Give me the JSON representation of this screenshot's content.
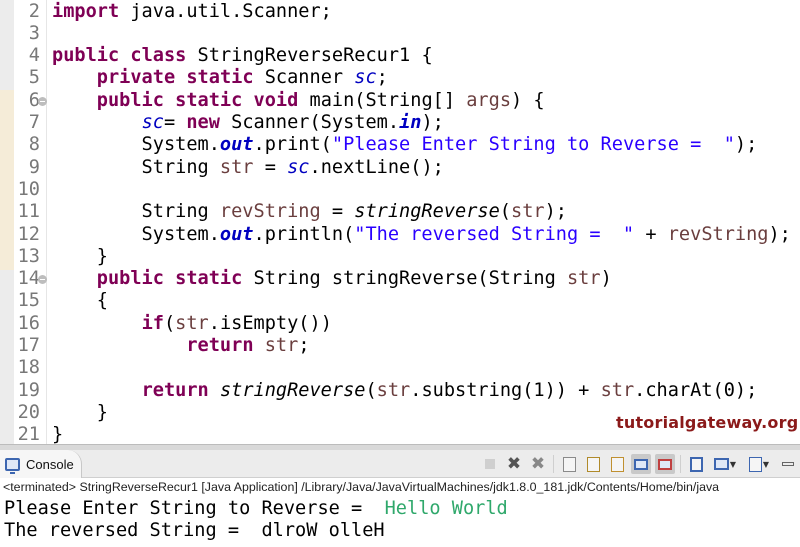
{
  "editor": {
    "lines": [
      {
        "num": "2",
        "segments": [
          {
            "t": "import",
            "c": "kw"
          },
          {
            "t": " java.util.Scanner;",
            "c": ""
          }
        ]
      },
      {
        "num": "3",
        "segments": []
      },
      {
        "num": "4",
        "segments": [
          {
            "t": "public",
            "c": "kw"
          },
          {
            "t": " ",
            "c": ""
          },
          {
            "t": "class",
            "c": "kw"
          },
          {
            "t": " StringReverseRecur1 {",
            "c": ""
          }
        ]
      },
      {
        "num": "5",
        "segments": [
          {
            "t": "    ",
            "c": ""
          },
          {
            "t": "private",
            "c": "kw"
          },
          {
            "t": " ",
            "c": ""
          },
          {
            "t": "static",
            "c": "kw"
          },
          {
            "t": " Scanner ",
            "c": ""
          },
          {
            "t": "sc",
            "c": "fld"
          },
          {
            "t": ";",
            "c": ""
          }
        ]
      },
      {
        "num": "6",
        "fold": true,
        "segments": [
          {
            "t": "    ",
            "c": ""
          },
          {
            "t": "public",
            "c": "kw"
          },
          {
            "t": " ",
            "c": ""
          },
          {
            "t": "static",
            "c": "kw"
          },
          {
            "t": " ",
            "c": ""
          },
          {
            "t": "void",
            "c": "kw"
          },
          {
            "t": " main(String[] ",
            "c": ""
          },
          {
            "t": "args",
            "c": "var"
          },
          {
            "t": ") {",
            "c": ""
          }
        ]
      },
      {
        "num": "7",
        "segments": [
          {
            "t": "        ",
            "c": ""
          },
          {
            "t": "sc",
            "c": "fld"
          },
          {
            "t": "= ",
            "c": ""
          },
          {
            "t": "new",
            "c": "kw"
          },
          {
            "t": " Scanner(System.",
            "c": ""
          },
          {
            "t": "in",
            "c": "sfld"
          },
          {
            "t": ");",
            "c": ""
          }
        ]
      },
      {
        "num": "8",
        "segments": [
          {
            "t": "        System.",
            "c": ""
          },
          {
            "t": "out",
            "c": "sfld"
          },
          {
            "t": ".print(",
            "c": ""
          },
          {
            "t": "\"Please Enter String to Reverse =  \"",
            "c": "str"
          },
          {
            "t": ");",
            "c": ""
          }
        ]
      },
      {
        "num": "9",
        "segments": [
          {
            "t": "        String ",
            "c": ""
          },
          {
            "t": "str",
            "c": "var"
          },
          {
            "t": " = ",
            "c": ""
          },
          {
            "t": "sc",
            "c": "fld"
          },
          {
            "t": ".nextLine();",
            "c": ""
          }
        ]
      },
      {
        "num": "10",
        "segments": []
      },
      {
        "num": "11",
        "segments": [
          {
            "t": "        String ",
            "c": ""
          },
          {
            "t": "revString",
            "c": "var"
          },
          {
            "t": " = ",
            "c": ""
          },
          {
            "t": "stringReverse",
            "c": "meth"
          },
          {
            "t": "(",
            "c": ""
          },
          {
            "t": "str",
            "c": "var"
          },
          {
            "t": ");",
            "c": ""
          }
        ]
      },
      {
        "num": "12",
        "segments": [
          {
            "t": "        System.",
            "c": ""
          },
          {
            "t": "out",
            "c": "sfld"
          },
          {
            "t": ".println(",
            "c": ""
          },
          {
            "t": "\"The reversed String =  \"",
            "c": "str"
          },
          {
            "t": " + ",
            "c": ""
          },
          {
            "t": "revString",
            "c": "var"
          },
          {
            "t": ");",
            "c": ""
          }
        ]
      },
      {
        "num": "13",
        "segments": [
          {
            "t": "    }",
            "c": ""
          }
        ]
      },
      {
        "num": "14",
        "fold": true,
        "segments": [
          {
            "t": "    ",
            "c": ""
          },
          {
            "t": "public",
            "c": "kw"
          },
          {
            "t": " ",
            "c": ""
          },
          {
            "t": "static",
            "c": "kw"
          },
          {
            "t": " String stringReverse(String ",
            "c": ""
          },
          {
            "t": "str",
            "c": "var"
          },
          {
            "t": ")",
            "c": ""
          }
        ]
      },
      {
        "num": "15",
        "segments": [
          {
            "t": "    {",
            "c": ""
          }
        ]
      },
      {
        "num": "16",
        "segments": [
          {
            "t": "        ",
            "c": ""
          },
          {
            "t": "if",
            "c": "kw"
          },
          {
            "t": "(",
            "c": ""
          },
          {
            "t": "str",
            "c": "var"
          },
          {
            "t": ".isEmpty())",
            "c": ""
          }
        ]
      },
      {
        "num": "17",
        "segments": [
          {
            "t": "            ",
            "c": ""
          },
          {
            "t": "return",
            "c": "kw"
          },
          {
            "t": " ",
            "c": ""
          },
          {
            "t": "str",
            "c": "var"
          },
          {
            "t": ";",
            "c": ""
          }
        ]
      },
      {
        "num": "18",
        "segments": []
      },
      {
        "num": "19",
        "segments": [
          {
            "t": "        ",
            "c": ""
          },
          {
            "t": "return",
            "c": "kw"
          },
          {
            "t": " ",
            "c": ""
          },
          {
            "t": "stringReverse",
            "c": "meth"
          },
          {
            "t": "(",
            "c": ""
          },
          {
            "t": "str",
            "c": "var"
          },
          {
            "t": ".substring(1)) + ",
            "c": ""
          },
          {
            "t": "str",
            "c": "var"
          },
          {
            "t": ".charAt(0);",
            "c": ""
          }
        ]
      },
      {
        "num": "20",
        "segments": [
          {
            "t": "    }",
            "c": ""
          }
        ]
      },
      {
        "num": "21",
        "segments": [
          {
            "t": "}",
            "c": ""
          }
        ]
      }
    ],
    "watermark": "tutorialgateway.org"
  },
  "console": {
    "tab_label": "Console",
    "tab_icon": "console-monitor-icon",
    "toolbar_icons": [
      "terminate-icon",
      "remove-launch-icon",
      "remove-all-terminated-icon",
      "clear-console-icon",
      "scroll-lock-icon",
      "word-wrap-icon",
      "show-on-stdout-icon",
      "show-on-stderr-icon",
      "pin-console-icon",
      "display-selected-console-icon",
      "open-console-icon",
      "minimize-icon"
    ],
    "status": "<terminated> StringReverseRecur1 [Java Application] /Library/Java/JavaVirtualMachines/jdk1.8.0_181.jdk/Contents/Home/bin/java",
    "output": {
      "line1_prompt": "Please Enter String to Reverse =  ",
      "line1_input": "Hello World",
      "line2": "The reversed String =  dlroW olleH"
    }
  },
  "colors": {
    "keyword": "#7f0055",
    "string": "#2a00ff",
    "field": "#0000c0",
    "local_var": "#6a3e3e",
    "console_input": "#2fa86b",
    "watermark": "#8b1a1a"
  }
}
